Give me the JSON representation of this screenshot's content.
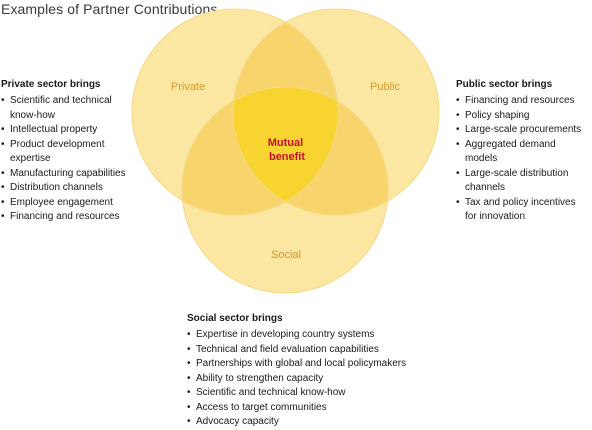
{
  "title": "Examples of Partner Contributions",
  "venn": {
    "labels": {
      "private": "Private",
      "public": "Public",
      "social": "Social",
      "center": "Mutual benefit"
    },
    "colors": {
      "circle_fill": "#FBE6A2",
      "circle_stroke": "#F6D987",
      "label_text": "#D59A2E",
      "pair_overlap": "#F8D56C",
      "center_fill": "#F7D42F",
      "center_text": "#C8102E"
    }
  },
  "private_panel": {
    "heading": "Private sector brings",
    "items": [
      "Scientific and technical know-how",
      "Intellectual property",
      "Product development expertise",
      "Manufacturing capabilities",
      "Distribution channels",
      "Employee engagement",
      "Financing and  resources"
    ]
  },
  "public_panel": {
    "heading": "Public sector brings",
    "items": [
      "Financing and resources",
      "Policy shaping",
      "Large-scale procurements",
      "Aggregated demand models",
      "Large-scale distribution channels",
      "Tax and policy incentives for innovation"
    ]
  },
  "social_panel": {
    "heading": "Social sector brings",
    "items": [
      "Expertise in developing country systems",
      "Technical and field evaluation capabilities",
      "Partnerships with global and local policymakers",
      "Ability to strengthen capacity",
      "Scientific and technical know-how",
      "Access to target communities",
      "Advocacy capacity"
    ]
  }
}
